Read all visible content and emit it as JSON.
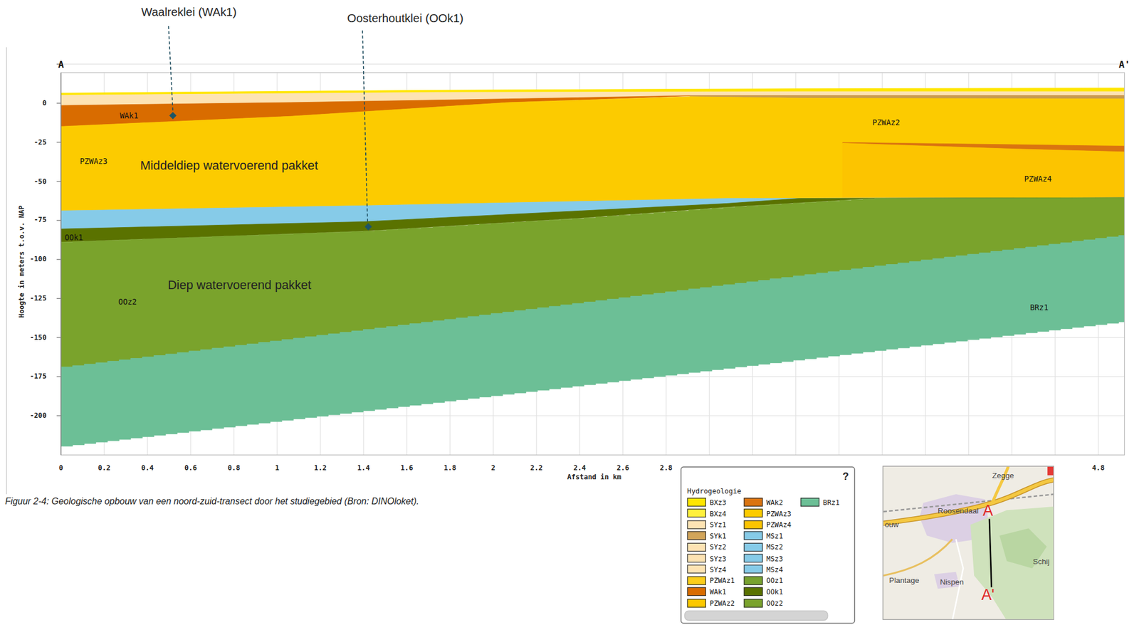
{
  "diagram": {
    "caption": "Figuur 2-4: Geologische opbouw van een noord-zuid-transect door het studiegebied (Bron: DINOloket).",
    "nodes": [
      {
        "text": [
          "?",
          "Hydrogeologie"
        ]
      },
      {
        "text": [
          "Zegge",
          "Roosendaal",
          "A",
          "ouw",
          "Schij",
          "Plantage",
          "Nispen",
          "A'"
        ]
      }
    ],
    "labels": [
      "Waalreklei (WAk1)",
      "Oosterhoutklei (OOk1)",
      "A",
      "A'",
      "WAk1",
      "PZWAz2",
      "PZWAz3",
      "Middeldiep watervoerend pakket",
      "PZWAz4",
      "OOk1",
      "Diep watervoerend pakket",
      "OOz2",
      "BRz1",
      "Hoogte in meters t.o.v. NAP",
      "0",
      "-25",
      "-50",
      "-75",
      "-100",
      "-125",
      "-150",
      "-175",
      "-200",
      "0",
      "0.2",
      "0.4",
      "0.6",
      "0.8",
      "1",
      "1.2",
      "1.4",
      "1.6",
      "1.8",
      "2",
      "2.2",
      "2.4",
      "2.6",
      "2.8",
      "4.8",
      "Afstand in km"
    ],
    "legend": [
      {
        "text": "BXz3",
        "color": "#ffe600"
      },
      {
        "text": "BXz4",
        "color": "#fff03c"
      },
      {
        "text": "SYz1",
        "color": "#fde3b3"
      },
      {
        "text": "SYk1",
        "color": "#d2a55a"
      },
      {
        "text": "SYz2",
        "color": "#fde3b3"
      },
      {
        "text": "SYz3",
        "color": "#fde3b3"
      },
      {
        "text": "SYz4",
        "color": "#fde3b3"
      },
      {
        "text": "PZWAz1",
        "color": "#fcce1a"
      },
      {
        "text": "WAk1",
        "color": "#d96c00"
      },
      {
        "text": "PZWAz2",
        "color": "#fcc800"
      },
      {
        "text": "WAk2",
        "color": "#da7410"
      },
      {
        "text": "PZWAz3",
        "color": "#fccb00"
      },
      {
        "text": "PZWAz4",
        "color": "#fcc400"
      },
      {
        "text": "MSz1",
        "color": "#86cbe8"
      },
      {
        "text": "MSz2",
        "color": "#86cbe8"
      },
      {
        "text": "MSz3",
        "color": "#86cbe8"
      },
      {
        "text": "MSz4",
        "color": "#86cbe8"
      },
      {
        "text": "OOz1",
        "color": "#78a22f"
      },
      {
        "text": "OOk1",
        "color": "#5a7200"
      },
      {
        "text": "OOz2",
        "color": "#7aa32c"
      },
      {
        "text": "BRz1",
        "color": "#6cbf96"
      }
    ]
  }
}
